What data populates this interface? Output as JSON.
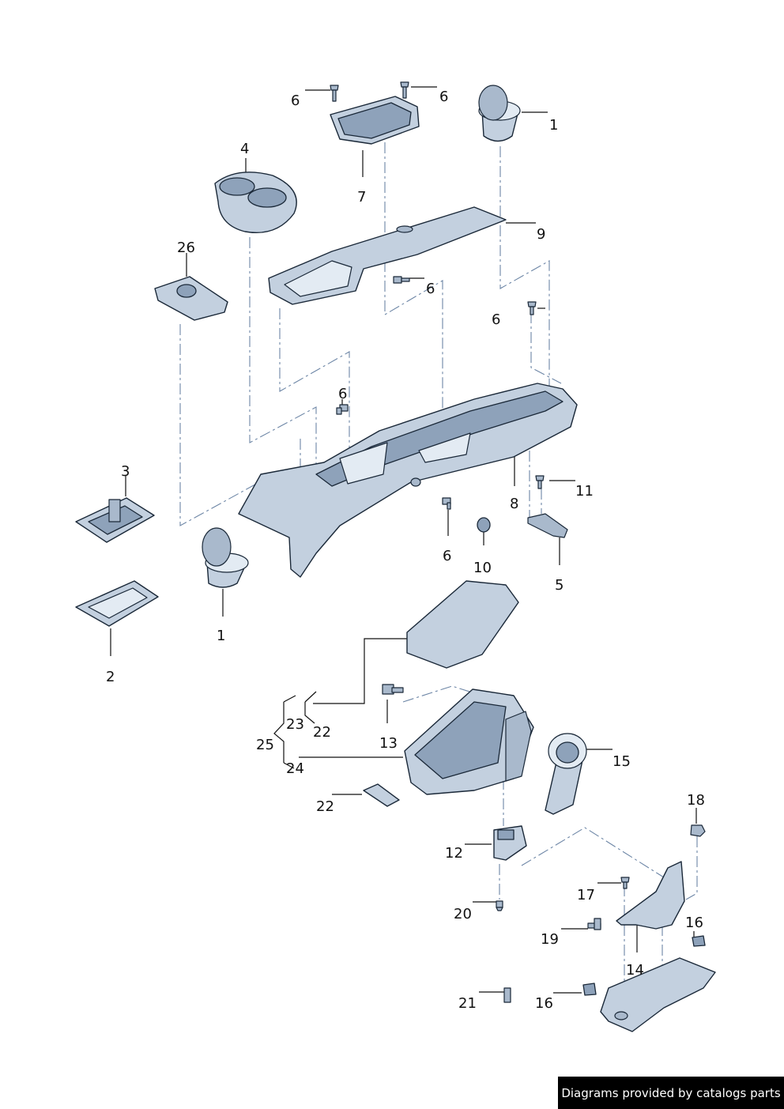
{
  "callouts": [
    {
      "id": "c6a",
      "text": "6"
    },
    {
      "id": "c6b",
      "text": "6"
    },
    {
      "id": "c1a",
      "text": "1"
    },
    {
      "id": "c4",
      "text": "4"
    },
    {
      "id": "c7",
      "text": "7"
    },
    {
      "id": "c9",
      "text": "9"
    },
    {
      "id": "c26",
      "text": "26"
    },
    {
      "id": "c6c",
      "text": "6"
    },
    {
      "id": "c6d",
      "text": "6"
    },
    {
      "id": "c6e",
      "text": "6"
    },
    {
      "id": "c3",
      "text": "3"
    },
    {
      "id": "c11",
      "text": "11"
    },
    {
      "id": "c8",
      "text": "8"
    },
    {
      "id": "c6f",
      "text": "6"
    },
    {
      "id": "c10",
      "text": "10"
    },
    {
      "id": "c5",
      "text": "5"
    },
    {
      "id": "c1b",
      "text": "1"
    },
    {
      "id": "c2",
      "text": "2"
    },
    {
      "id": "c23",
      "text": "23"
    },
    {
      "id": "c22a",
      "text": "22"
    },
    {
      "id": "c13",
      "text": "13"
    },
    {
      "id": "c25",
      "text": "25"
    },
    {
      "id": "c15",
      "text": "15"
    },
    {
      "id": "c24",
      "text": "24"
    },
    {
      "id": "c22b",
      "text": "22"
    },
    {
      "id": "c18",
      "text": "18"
    },
    {
      "id": "c12",
      "text": "12"
    },
    {
      "id": "c17",
      "text": "17"
    },
    {
      "id": "c20",
      "text": "20"
    },
    {
      "id": "c16a",
      "text": "16"
    },
    {
      "id": "c19",
      "text": "19"
    },
    {
      "id": "c14",
      "text": "14"
    },
    {
      "id": "c21",
      "text": "21"
    },
    {
      "id": "c16b",
      "text": "16"
    }
  ],
  "banner": {
    "text": "Diagrams provided by catalogs parts"
  }
}
